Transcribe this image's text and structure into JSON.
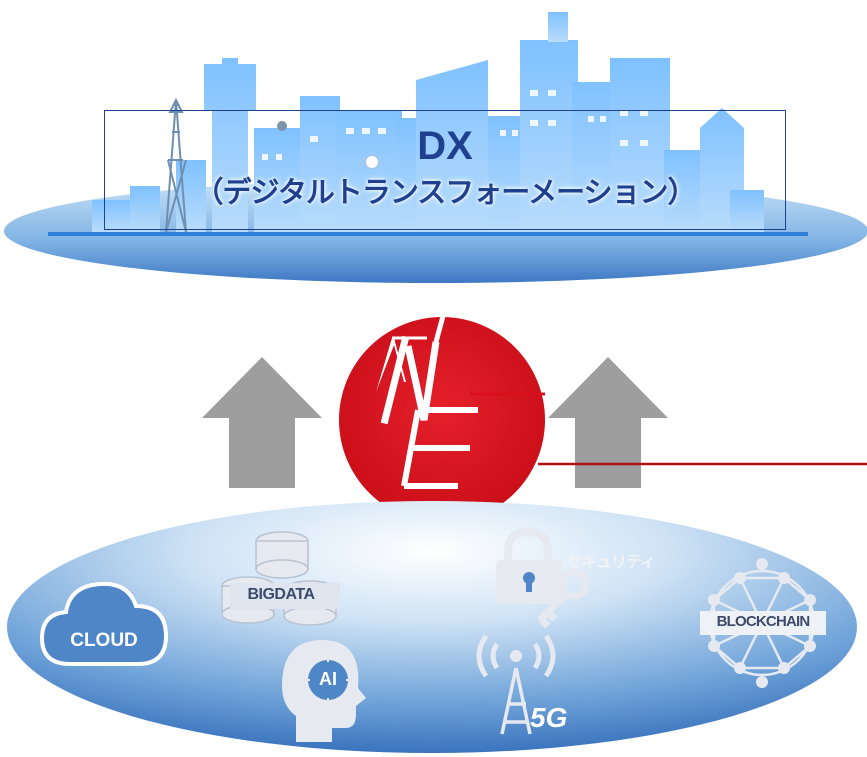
{
  "dx": {
    "title": "DX",
    "subtitle": "（デジタルトランスフォーメーション）"
  },
  "logo": {
    "icon": "ne-logo-icon",
    "color": "#d9101b"
  },
  "technologies": {
    "cloud": "CLOUD",
    "bigdata": "BIGDATA",
    "security": "セキュリティ",
    "blockchain": "BLOCKCHAIN",
    "ai": "AI",
    "fiveg": "5G"
  },
  "colors": {
    "sky_blue": "#5ba3e6",
    "dark_blue": "#1f3f8f",
    "arrow_gray": "#9e9e9e",
    "logo_red": "#d9101b",
    "connector_red": "#b01010"
  }
}
